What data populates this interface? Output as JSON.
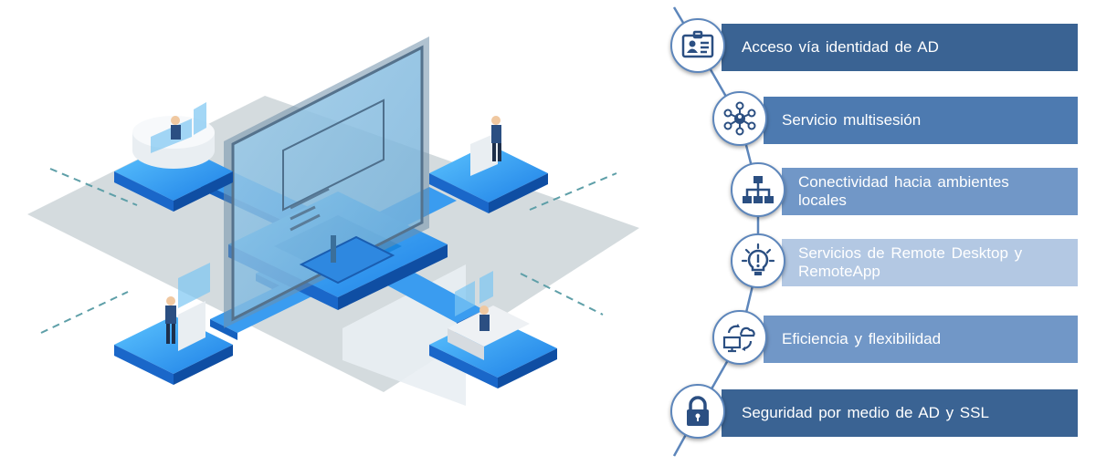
{
  "colors": {
    "bar_1": "#3a6393",
    "bar_2": "#4d7ab0",
    "bar_3": "#7197c7",
    "bar_4": "#b3c8e3",
    "bar_5": "#7197c7",
    "bar_6": "#3a6393",
    "icon": "#2b4f82",
    "spine": "#5d86bb"
  },
  "illustration": {
    "description_icon": "isometric-remote-desktop-icon"
  },
  "features": [
    {
      "label": "Acceso vía identidad de AD",
      "icon": "id-card-icon"
    },
    {
      "label": "Servicio multisesión",
      "icon": "network-hub-icon"
    },
    {
      "label": "Conectividad hacia ambientes\nlocales",
      "icon": "org-chart-icon"
    },
    {
      "label": "Servicios de Remote Desktop y\nRemoteApp",
      "icon": "lightbulb-icon"
    },
    {
      "label": "Eficiencia y flexibilidad",
      "icon": "cloud-sync-monitor-icon"
    },
    {
      "label": "Seguridad por medio de AD y SSL",
      "icon": "padlock-icon"
    }
  ]
}
